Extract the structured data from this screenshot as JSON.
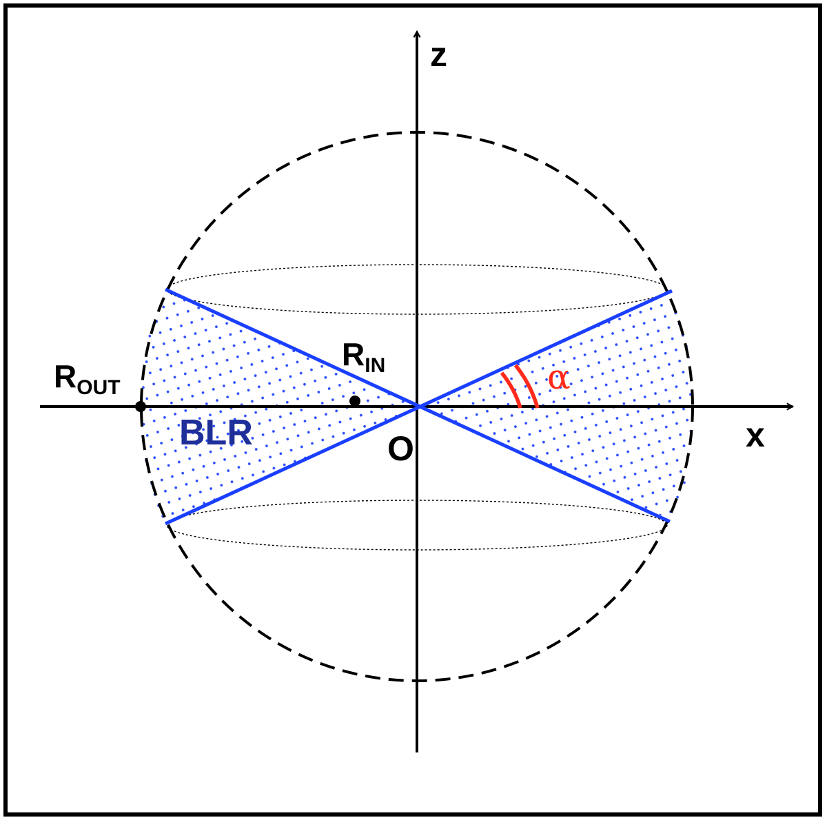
{
  "diagram": {
    "axis_x_label": "x",
    "axis_z_label": "z",
    "origin_label": "O",
    "r_out": {
      "main": "R",
      "sub": "OUT"
    },
    "r_in": {
      "main": "R",
      "sub": "IN"
    },
    "region_label": "BLR",
    "angle_label": "α"
  },
  "colors": {
    "frame": "#000000",
    "axes": "#000000",
    "sphere_outline": "#000000",
    "cone_lines": "#1a3fff",
    "hatch_dots": "#2a4dff",
    "region_label": "#1f2f9a",
    "angle_arc": "#ff2a1a",
    "angle_label": "#ff2a1a"
  }
}
